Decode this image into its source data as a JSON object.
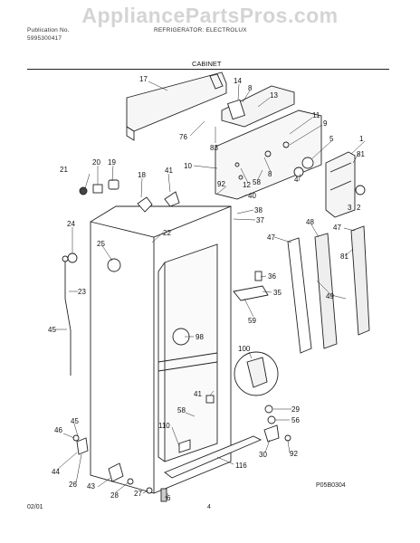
{
  "header": {
    "line1_left": "Publication No.",
    "line2_left": "5995300417",
    "line1_right": "REFRIGERATOR: ELECTROLUX",
    "section_title": "CABINET"
  },
  "watermark": "AppliancePartsPros.com",
  "callouts": {
    "c17": "17",
    "c14": "14",
    "c8a": "8",
    "c13": "13",
    "c76": "76",
    "c83": "83",
    "c11": "11",
    "c9": "9",
    "c5": "5",
    "c1": "1",
    "c81a": "81",
    "c10": "10",
    "c12": "12",
    "c8b": "8",
    "c58a": "58",
    "c4": "4",
    "c3": "3",
    "c2": "2",
    "c21": "21",
    "c20": "20",
    "c19": "19",
    "c18": "18",
    "c41a": "41",
    "c92a": "92",
    "c40": "40",
    "c38": "38",
    "c37": "37",
    "c24": "24",
    "c22": "22",
    "c25": "25",
    "c23": "23",
    "c45a": "45",
    "c47a": "47",
    "c48": "48",
    "c47b": "47",
    "c36": "36",
    "c35": "35",
    "c59": "59",
    "c49": "49",
    "c81b": "81",
    "c98": "98",
    "c100": "100",
    "c41b": "41",
    "c29": "29",
    "c56": "56",
    "c58b": "58",
    "c110": "110",
    "c45b": "45",
    "c46": "46",
    "c30": "30",
    "c92b": "92",
    "c116": "116",
    "c44": "44",
    "c26": "26",
    "c43": "43",
    "c28": "28",
    "c27": "27",
    "c6": "6"
  },
  "footer": {
    "figure_code": "P05B0304",
    "date": "02/01",
    "page_number": "4"
  }
}
